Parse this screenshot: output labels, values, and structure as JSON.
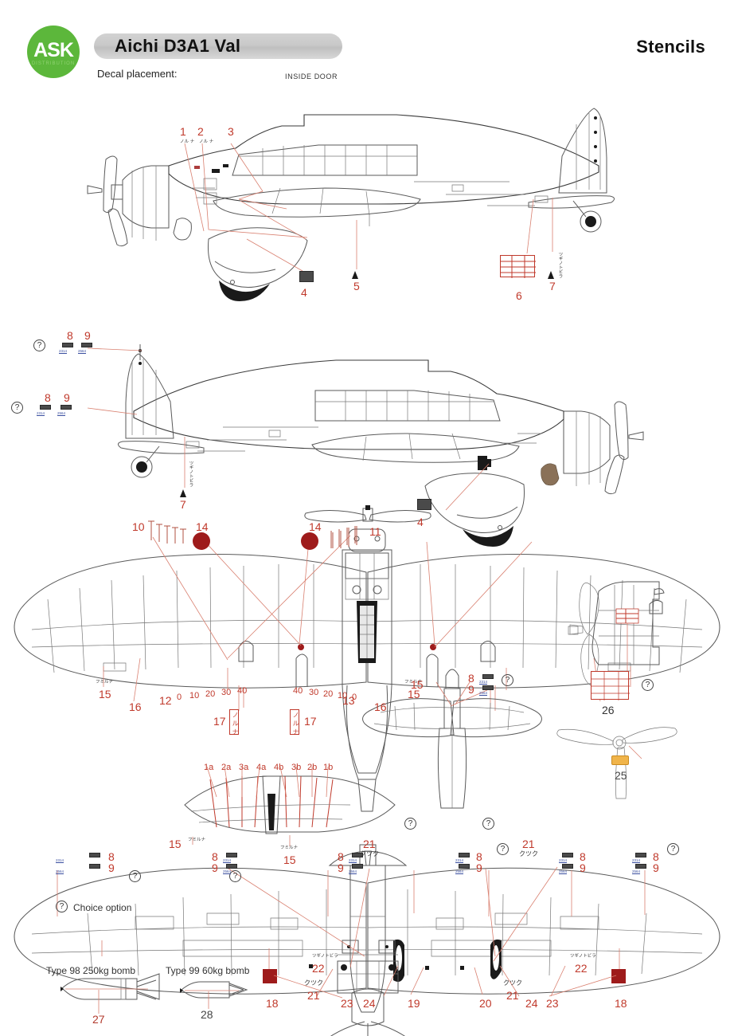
{
  "header": {
    "brand": "ASK",
    "brand_sub": "DISTRIBUTION",
    "title": "Aichi D3A1 Val",
    "decal_label": "Decal placement:",
    "inside_door": "INSIDE DOOR",
    "section": "Stencils"
  },
  "legend": {
    "choice_option": "Choice option",
    "qmark": "?"
  },
  "bombs": [
    {
      "label": "Type 98 250kg bomb",
      "number": "27"
    },
    {
      "label": "Type 99 60kg bomb",
      "number": "28"
    }
  ],
  "colors": {
    "brand_green": "#5cb73b",
    "callout_red": "#c0392b",
    "leader_red": "#d98070",
    "marking_dark_red": "#9e1b1b",
    "prop_chip_yellow": "#f0b44a",
    "line_grey": "#5a5a5a",
    "title_bar_grey": "#cccccc"
  },
  "callouts": {
    "side_view_top": [
      "1",
      "2",
      "3",
      "4",
      "5",
      "6",
      "7"
    ],
    "side_view_bottom": [
      "8",
      "9",
      "8",
      "9",
      "7",
      "4"
    ],
    "plan_top": [
      "10",
      "11",
      "14",
      "14",
      "15",
      "16",
      "12",
      "13",
      "17",
      "17",
      "16",
      "15"
    ],
    "walkway": [
      "1a",
      "2a",
      "3a",
      "4a",
      "4b",
      "3b",
      "2b",
      "1b"
    ],
    "plan_bottom": [
      "8",
      "9",
      "21",
      "8",
      "9",
      "21",
      "8",
      "9",
      "8",
      "9",
      "18",
      "18",
      "19",
      "20",
      "22",
      "22",
      "23",
      "23",
      "24",
      "24",
      "21",
      "21",
      "15",
      "15"
    ],
    "detail_views": [
      "25",
      "26"
    ],
    "bombs": [
      "27",
      "28"
    ]
  },
  "scales": {
    "left_wing": [
      "0",
      "10",
      "20",
      "30",
      "40"
    ],
    "right_wing": [
      "40",
      "30",
      "20",
      "10",
      "0"
    ]
  },
  "chip_codes": {
    "c8": "2314",
    "c9": "2564"
  },
  "stencil_text": {
    "kutsuku": "クツク",
    "small_kana": "ノル ナ",
    "kana_17": "ノ ル ナ",
    "kana_15": "フミルナ",
    "kana_22": "ツギノトビラ"
  }
}
